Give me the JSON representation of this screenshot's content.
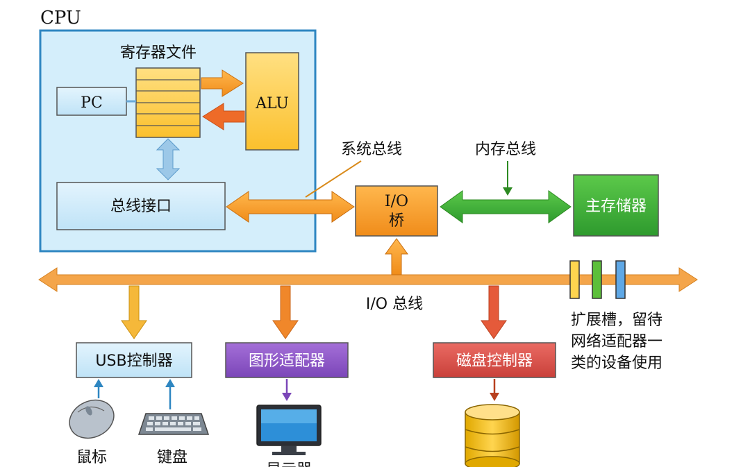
{
  "cpu": {
    "label": "CPU",
    "register_file": "寄存器文件",
    "pc": "PC",
    "alu": "ALU",
    "bus_interface": "总线接口"
  },
  "system_bus": "系统总线",
  "memory_bus": "内存总线",
  "io_bridge": {
    "line1": "I/O",
    "line2": "桥"
  },
  "main_memory": "主存储器",
  "io_bus": "I/O 总线",
  "expansion": [
    "扩展槽，留待",
    "网络适配器一",
    "类的设备使用"
  ],
  "usb_controller": "USB控制器",
  "graphics_adapter": "图形适配器",
  "disk_controller": "磁盘控制器",
  "mouse": "鼠标",
  "keyboard": "键盘",
  "monitor": "显示器",
  "colors": {
    "cpu_fill": "#d6eefc",
    "cpu_border": "#2e86c1",
    "register_fill": "#ffd54f",
    "alu_fill": "#ffd54f",
    "orange": "#f39c12",
    "orange_dark": "#e67e22",
    "green": "#5cbf3a",
    "memory_fill": "#3fae3b",
    "io_bus": "#f5a142",
    "purple": "#8e5ac8",
    "red": "#d9534f",
    "usb_fill": "#d6eefc"
  }
}
